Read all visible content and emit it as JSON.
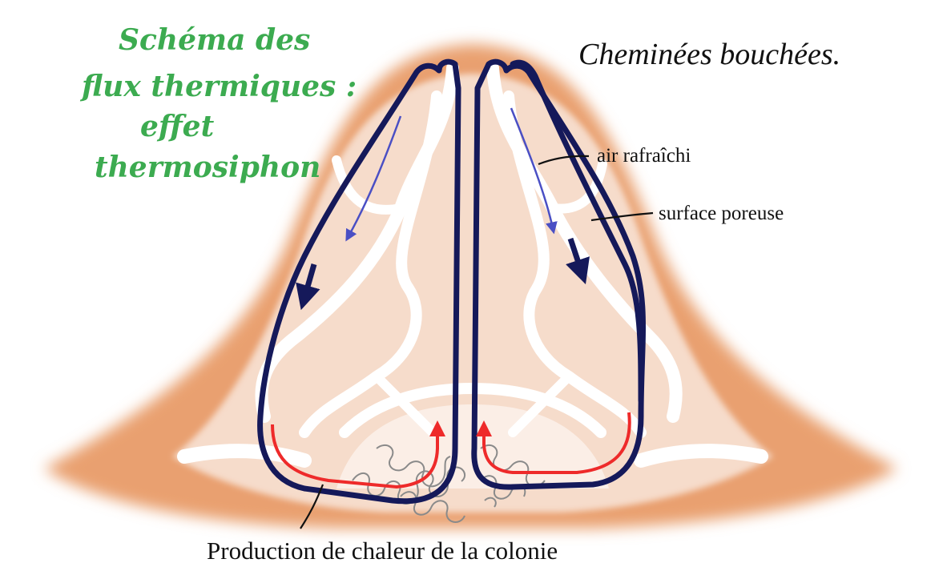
{
  "title": {
    "lines": [
      "Schéma des",
      "flux thermiques :",
      "effet",
      "thermosiphon"
    ]
  },
  "subtitle": "Cheminées bouchées.",
  "labels": {
    "cooled_air": "air rafraîchi",
    "porous_surface": "surface poreuse",
    "heat_production": "Production de chaleur de la colonie"
  },
  "colors": {
    "title": "#3cab50",
    "mound": "#e9a070",
    "mound_inner": "#f6dccb",
    "galleries": "#ffffff",
    "convection_loop": "#15195a",
    "cooling_arrow": "#4a4fc4",
    "heat_arrow": "#ee2a2a",
    "colony": "#8a8a8a"
  }
}
